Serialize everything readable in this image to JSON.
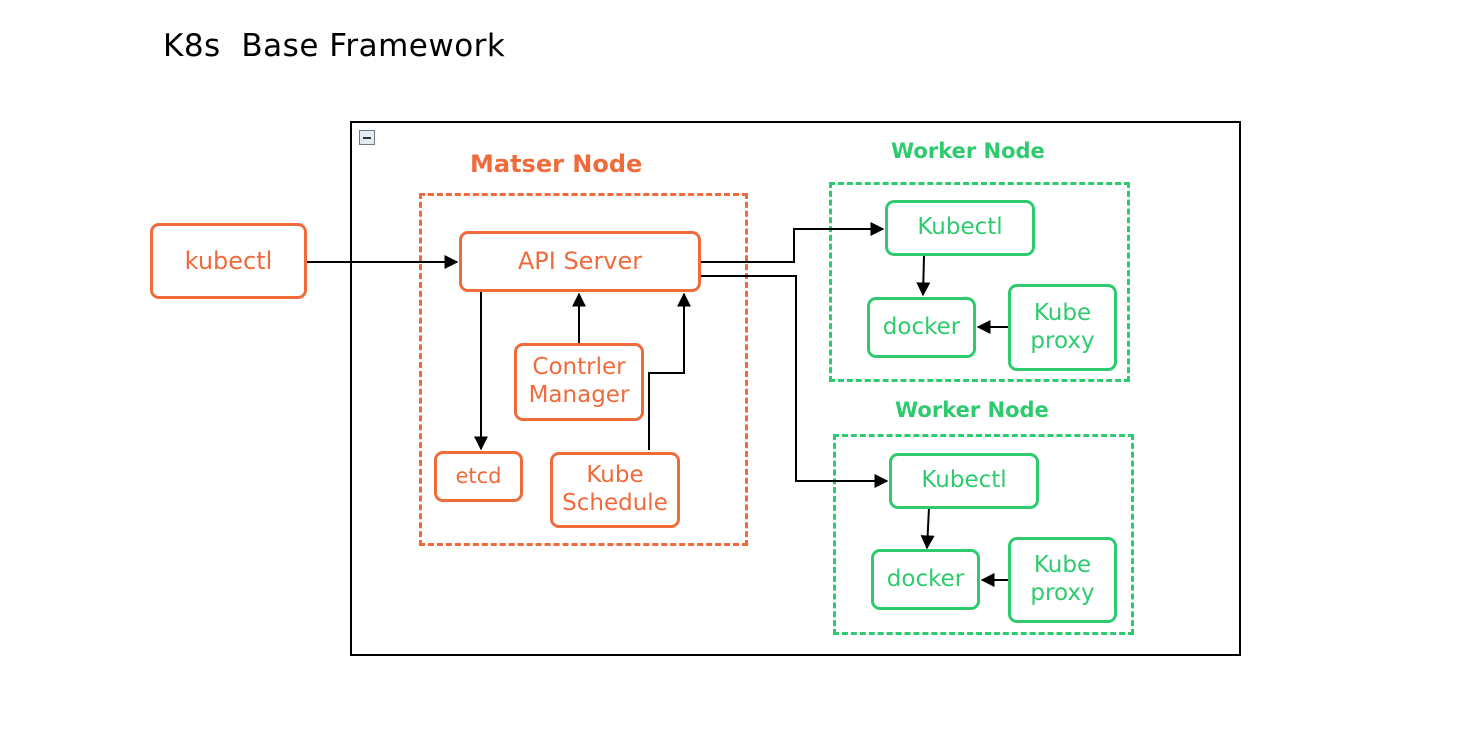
{
  "title": "K8s  Base Framework",
  "colors": {
    "master": "#f06b3b",
    "worker": "#2ecb6e",
    "line": "#000000"
  },
  "client": {
    "label": "kubectl"
  },
  "master": {
    "label": "Matser Node",
    "api_server": "API Server",
    "controller": "Contrler\nManager",
    "etcd": "etcd",
    "scheduler": "Kube\nSchedule"
  },
  "workers": [
    {
      "label": "Worker Node",
      "kubectl": "Kubectl",
      "docker": "docker",
      "proxy": "Kube\nproxy"
    },
    {
      "label": "Worker Node",
      "kubectl": "Kubectl",
      "docker": "docker",
      "proxy": "Kube\nproxy"
    }
  ]
}
